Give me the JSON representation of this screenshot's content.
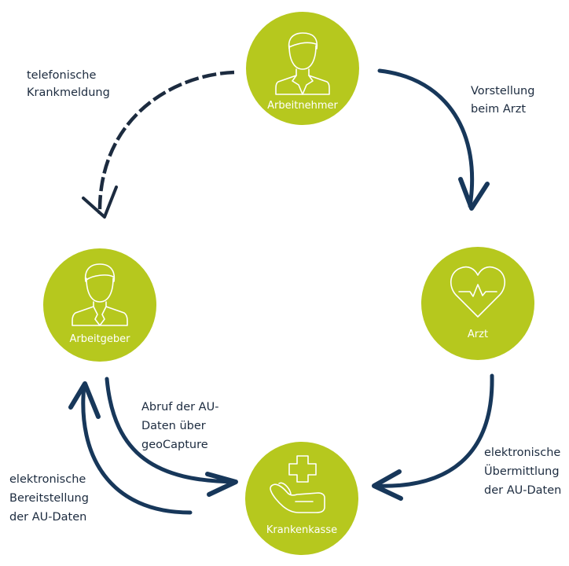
{
  "colors": {
    "node_fill": "#b6c81e",
    "arrow": "#17375a",
    "text_dark": "#1c2b3f",
    "node_text": "#ffffff"
  },
  "nodes": {
    "arbeitnehmer": {
      "label": "Arbeitnehmer",
      "icon": "employee-person-icon"
    },
    "arbeitgeber": {
      "label": "Arbeitgeber",
      "icon": "employer-person-tie-icon"
    },
    "arzt": {
      "label": "Arzt",
      "icon": "heart-pulse-icon"
    },
    "krankenkasse": {
      "label": "Krankenkasse",
      "icon": "hand-cross-icon"
    }
  },
  "edges": {
    "telefonische_krankmeldung": {
      "from": "Arbeitnehmer",
      "to": "Arbeitgeber",
      "style": "dashed",
      "label_lines": [
        "telefonische",
        "Krankmeldung"
      ]
    },
    "vorstellung_beim_arzt": {
      "from": "Arbeitnehmer",
      "to": "Arzt",
      "style": "solid",
      "label_lines": [
        "Vorstellung",
        "beim Arzt"
      ]
    },
    "elektronische_uebermittlung": {
      "from": "Arzt",
      "to": "Krankenkasse",
      "style": "solid",
      "label_lines": [
        "elektronische",
        "Übermittlung",
        "der AU-Daten"
      ]
    },
    "abruf_au_daten": {
      "from": "Arbeitgeber",
      "to": "Krankenkasse",
      "style": "solid",
      "label_lines": [
        "Abruf der AU-",
        "Daten über",
        "geoCapture"
      ]
    },
    "elektronische_bereitstellung": {
      "from": "Krankenkasse",
      "to": "Arbeitgeber",
      "style": "solid",
      "label_lines": [
        "elektronische",
        "Bereitstellung",
        "der AU-Daten"
      ]
    }
  }
}
